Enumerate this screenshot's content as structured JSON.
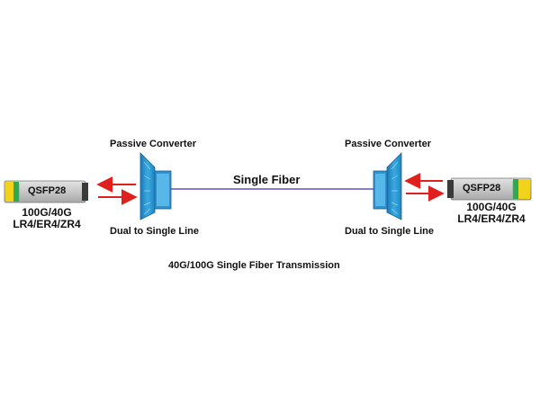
{
  "diagram": {
    "caption": "40G/100G Single Fiber Transmission",
    "fiber_label": "Single Fiber",
    "left": {
      "converter_title": "Passive Converter",
      "converter_subtitle": "Dual to Single Line",
      "module_label": "QSFP28",
      "module_speed": "100G/40G",
      "module_type": "LR4/ER4/ZR4"
    },
    "right": {
      "converter_title": "Passive Converter",
      "converter_subtitle": "Dual to Single Line",
      "module_label": "QSFP28",
      "module_speed": "100G/40G",
      "module_type": "LR4/ER4/ZR4"
    }
  },
  "colors": {
    "fiber_line": "#5b55c8",
    "arrow": "#e0201e",
    "converter_blue": "#3aa9e0",
    "module_body": "#c9c9c9",
    "module_yellow": "#f2d31b",
    "module_green": "#2da94f",
    "module_handle": "#3a3a3a"
  }
}
